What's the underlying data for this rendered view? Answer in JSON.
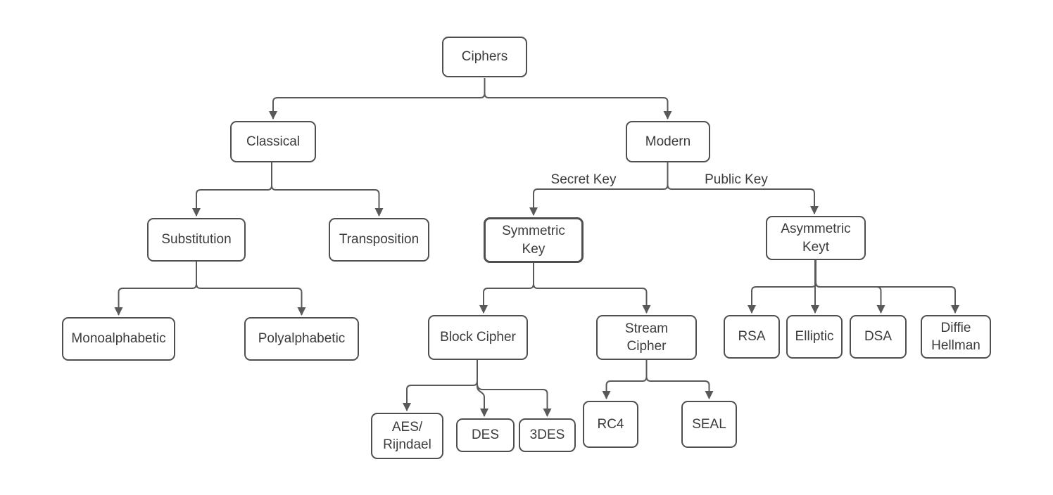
{
  "diagram": {
    "background_color": "#ffffff",
    "line_color": "#595959",
    "border_color": "#4f4f4f",
    "text_color": "#3b3b3b",
    "nodes": {
      "ciphers": {
        "label": "Ciphers"
      },
      "classical": {
        "label": "Classical"
      },
      "modern": {
        "label": "Modern"
      },
      "substitution": {
        "label": "Substitution"
      },
      "transposition": {
        "label": "Transposition"
      },
      "symmetric_key": {
        "label": "Symmetric\nKey"
      },
      "asymmetric_key": {
        "label": "Asymmetric\nKeyt"
      },
      "monoalphabetic": {
        "label": "Monoalphabetic"
      },
      "polyalphabetic": {
        "label": "Polyalphabetic"
      },
      "block_cipher": {
        "label": "Block Cipher"
      },
      "stream_cipher": {
        "label": "Stream\nCipher"
      },
      "rsa": {
        "label": "RSA"
      },
      "elliptic": {
        "label": "Elliptic"
      },
      "dsa": {
        "label": "DSA"
      },
      "diffie_hellman": {
        "label": "Diffie\nHellman"
      },
      "aes_rijndael": {
        "label": "AES/\nRijndael"
      },
      "des": {
        "label": "DES"
      },
      "triple_des": {
        "label": "3DES"
      },
      "rc4": {
        "label": "RC4"
      },
      "seal": {
        "label": "SEAL"
      }
    },
    "edge_labels": {
      "secret_key": "Secret Key",
      "public_key": "Public Key"
    },
    "edges": [
      {
        "from": "Ciphers",
        "to": "Classical"
      },
      {
        "from": "Ciphers",
        "to": "Modern"
      },
      {
        "from": "Classical",
        "to": "Substitution"
      },
      {
        "from": "Classical",
        "to": "Transposition"
      },
      {
        "from": "Modern",
        "to": "Symmetric Key",
        "label": "Secret Key"
      },
      {
        "from": "Modern",
        "to": "Asymmetric Keyt",
        "label": "Public Key"
      },
      {
        "from": "Substitution",
        "to": "Monoalphabetic"
      },
      {
        "from": "Substitution",
        "to": "Polyalphabetic"
      },
      {
        "from": "Symmetric Key",
        "to": "Block Cipher"
      },
      {
        "from": "Symmetric Key",
        "to": "Stream Cipher"
      },
      {
        "from": "Block Cipher",
        "to": "AES/Rijndael"
      },
      {
        "from": "Block Cipher",
        "to": "DES"
      },
      {
        "from": "Block Cipher",
        "to": "3DES"
      },
      {
        "from": "Stream Cipher",
        "to": "RC4"
      },
      {
        "from": "Stream Cipher",
        "to": "SEAL"
      },
      {
        "from": "Asymmetric Keyt",
        "to": "RSA"
      },
      {
        "from": "Asymmetric Keyt",
        "to": "Elliptic"
      },
      {
        "from": "Asymmetric Keyt",
        "to": "DSA"
      },
      {
        "from": "Asymmetric Keyt",
        "to": "Diffie Hellman"
      }
    ]
  }
}
